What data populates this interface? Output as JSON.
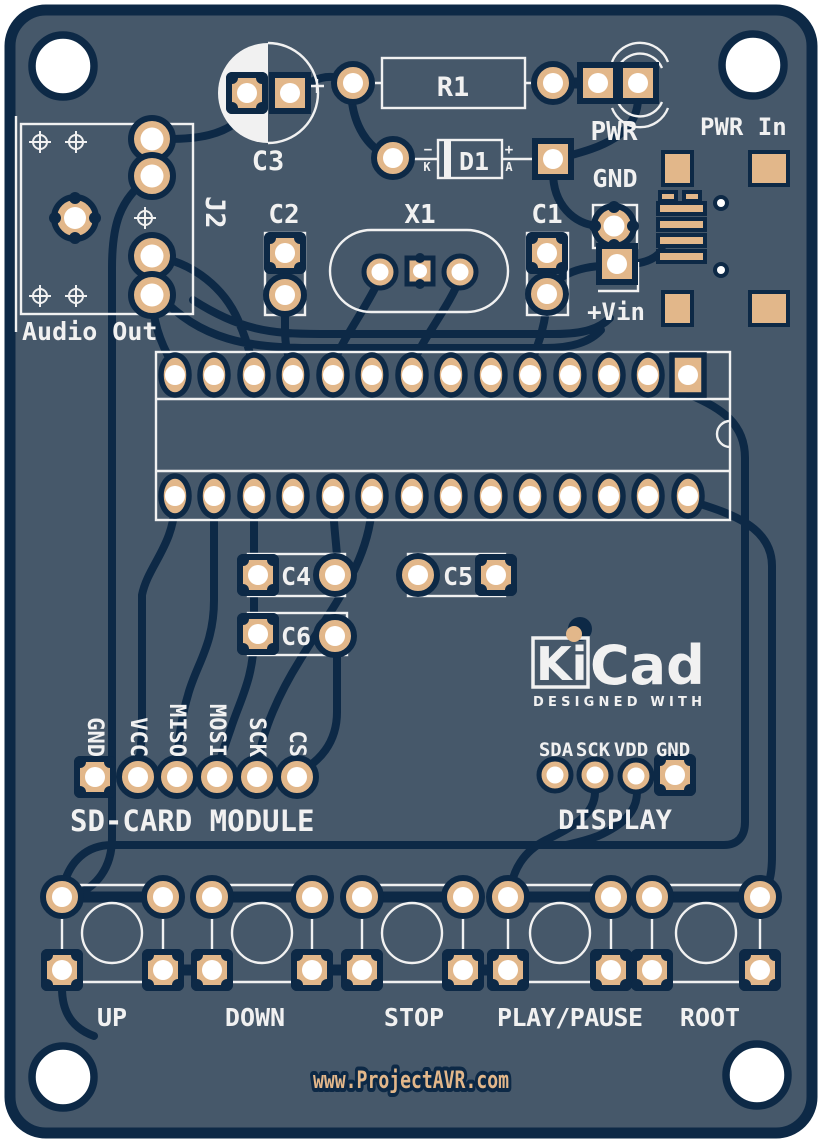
{
  "pcb": {
    "designators": {
      "r1": "R1",
      "d1": "D1",
      "x1": "X1",
      "j2": "J2",
      "c1": "C1",
      "c2": "C2",
      "c3": "C3",
      "c4": "C4",
      "c5": "C5",
      "c6": "C6"
    },
    "power": {
      "pwr": "PWR",
      "pwr_in": "PWR In",
      "gnd": "GND",
      "vin": "+Vin"
    },
    "diode": {
      "minus": "−",
      "k": "K",
      "plus": "+",
      "a": "A"
    },
    "audio_out": "Audio Out",
    "sd": {
      "title": "SD-CARD MODULE",
      "pins": [
        "GND",
        "VCC",
        "MISO",
        "MOSI",
        "SCK",
        "CS"
      ]
    },
    "display": {
      "title": "DISPLAY",
      "pins": [
        "SDA",
        "SCK",
        "VDD",
        "GND"
      ]
    },
    "buttons": [
      "UP",
      "DOWN",
      "STOP",
      "PLAY/PAUSE",
      "ROOT"
    ],
    "logo": {
      "ki": "Ki",
      "cad": "Cad",
      "tagline": "DESIGNED WITH"
    },
    "website": "www.ProjectAVR.com",
    "colors": {
      "background": "#FFFFFF",
      "board": "#46586A",
      "copper": "#E2B78A",
      "trace": "#0D2946",
      "silkscreen": "#F1F1F1",
      "hole": "#FFFFFF"
    }
  }
}
